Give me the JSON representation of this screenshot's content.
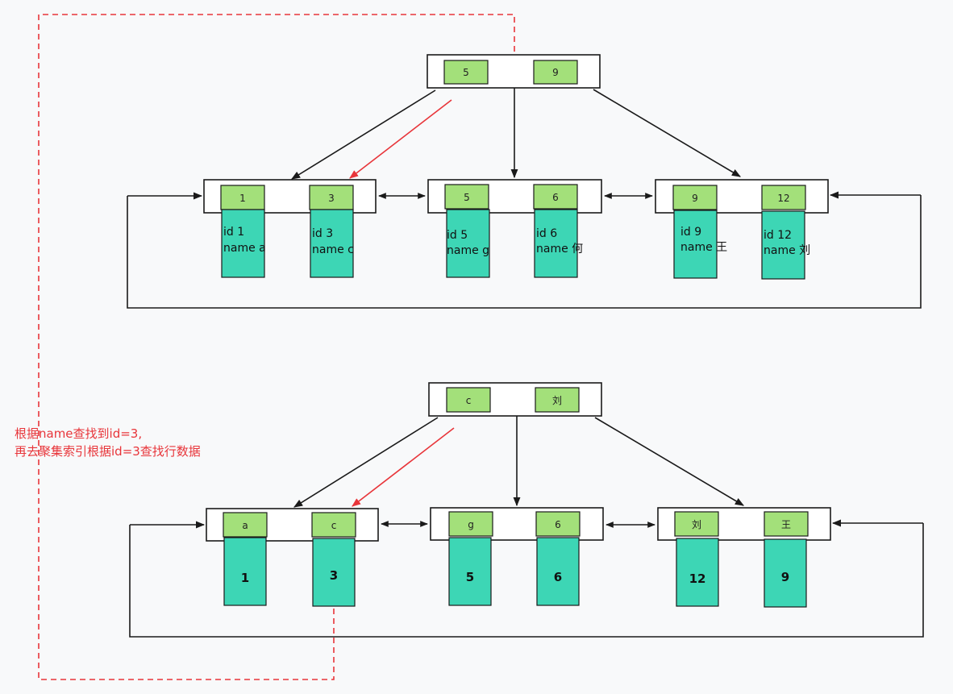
{
  "upper_tree": {
    "root_keys": [
      "5",
      "9"
    ],
    "leaves": [
      {
        "keys": [
          "1",
          "3"
        ],
        "records": [
          [
            "id  1",
            "name a"
          ],
          [
            "id 3",
            "name c"
          ]
        ]
      },
      {
        "keys": [
          "5",
          "6"
        ],
        "records": [
          [
            "id 5",
            "name g"
          ],
          [
            "id 6",
            "name 何"
          ]
        ]
      },
      {
        "keys": [
          "9",
          "12"
        ],
        "records": [
          [
            "id 9",
            "name 王"
          ],
          [
            "id 12",
            "name 刘"
          ]
        ]
      }
    ]
  },
  "lower_tree": {
    "root_keys": [
      "c",
      "刘"
    ],
    "leaves": [
      {
        "keys": [
          "a",
          "c"
        ],
        "values": [
          "1",
          "3"
        ]
      },
      {
        "keys": [
          "g",
          "6"
        ],
        "values": [
          "5",
          "6"
        ]
      },
      {
        "keys": [
          "刘",
          "王"
        ],
        "values": [
          "12",
          "9"
        ]
      }
    ]
  },
  "annotation": {
    "line1": "根据name查找到id=3,",
    "line2": "再去聚集索引根据id=3查找行数据"
  },
  "colors": {
    "key_green": "#a3e07a",
    "record_teal": "#3dd6b5",
    "line": "#1a1a1a",
    "highlight_red": "#e8353a",
    "background": "#f8f9fa"
  }
}
